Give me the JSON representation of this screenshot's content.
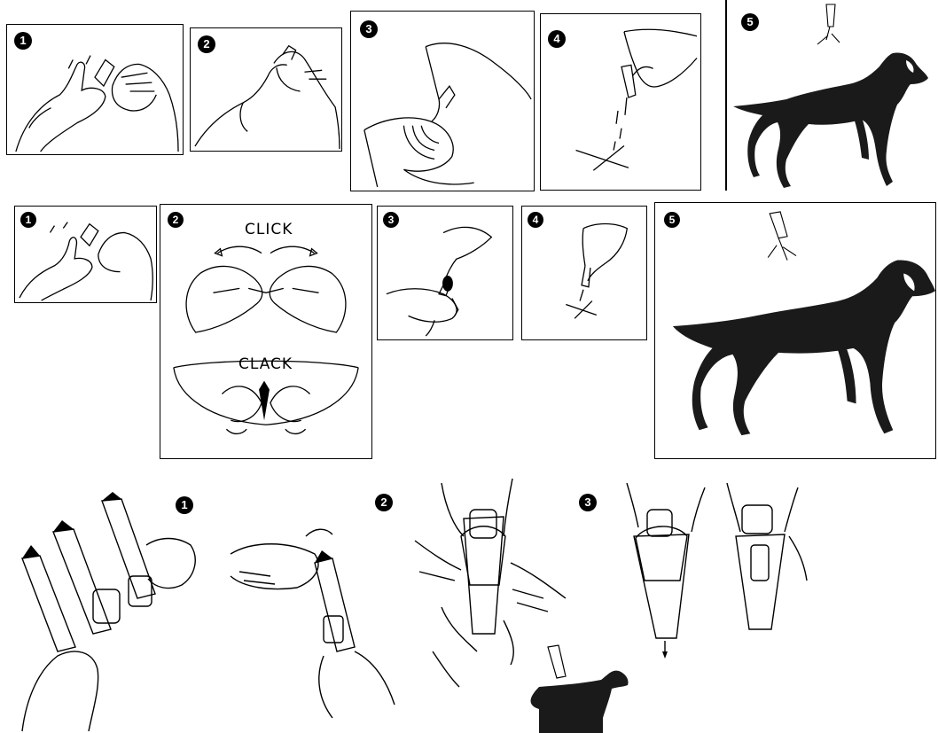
{
  "row1": {
    "steps": [
      {
        "num": "1"
      },
      {
        "num": "2"
      },
      {
        "num": "3"
      },
      {
        "num": "4"
      },
      {
        "num": "5"
      }
    ]
  },
  "row2": {
    "steps": [
      {
        "num": "1"
      },
      {
        "num": "2",
        "label_top": "CLICK",
        "label_bottom": "CLACK"
      },
      {
        "num": "3"
      },
      {
        "num": "4"
      },
      {
        "num": "5"
      }
    ]
  },
  "row3": {
    "steps": [
      {
        "num": "1"
      },
      {
        "num": "2"
      },
      {
        "num": "3"
      }
    ]
  },
  "colors": {
    "ink": "#000000",
    "paper": "#ffffff",
    "silhouette": "#1a1a1a"
  },
  "icons": [
    "hand-pipette-icon",
    "dog-silhouette-icon",
    "click-arrows-icon"
  ]
}
